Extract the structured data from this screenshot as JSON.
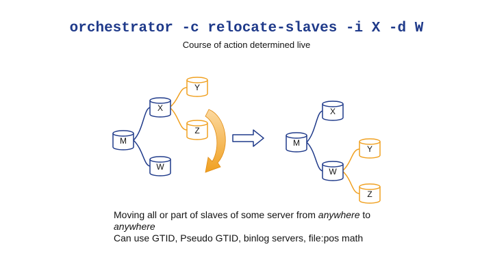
{
  "title": "orchestrator -c relocate-slaves -i X -d W",
  "subtitle": "Course of action determined live",
  "colors": {
    "title": "#1f3a8a",
    "blue_node": "#1f3a8a",
    "orange_node": "#f0a020",
    "curved_arrow": "#f0a020",
    "arrow_outline": "#1f3a8a"
  },
  "before": {
    "nodes": {
      "m": "M",
      "x": "X",
      "w": "W",
      "y": "Y",
      "z": "Z"
    }
  },
  "after": {
    "nodes": {
      "m": "M",
      "x": "X",
      "w": "W",
      "y": "Y",
      "z": "Z"
    }
  },
  "caption": {
    "line1_prefix": "Moving all or part of slaves of some server from ",
    "line1_em1": "anywhere",
    "line1_suffix": " to",
    "line2_em": "anywhere",
    "line3": "Can use GTID, Pseudo GTID, binlog servers, file:pos math"
  }
}
